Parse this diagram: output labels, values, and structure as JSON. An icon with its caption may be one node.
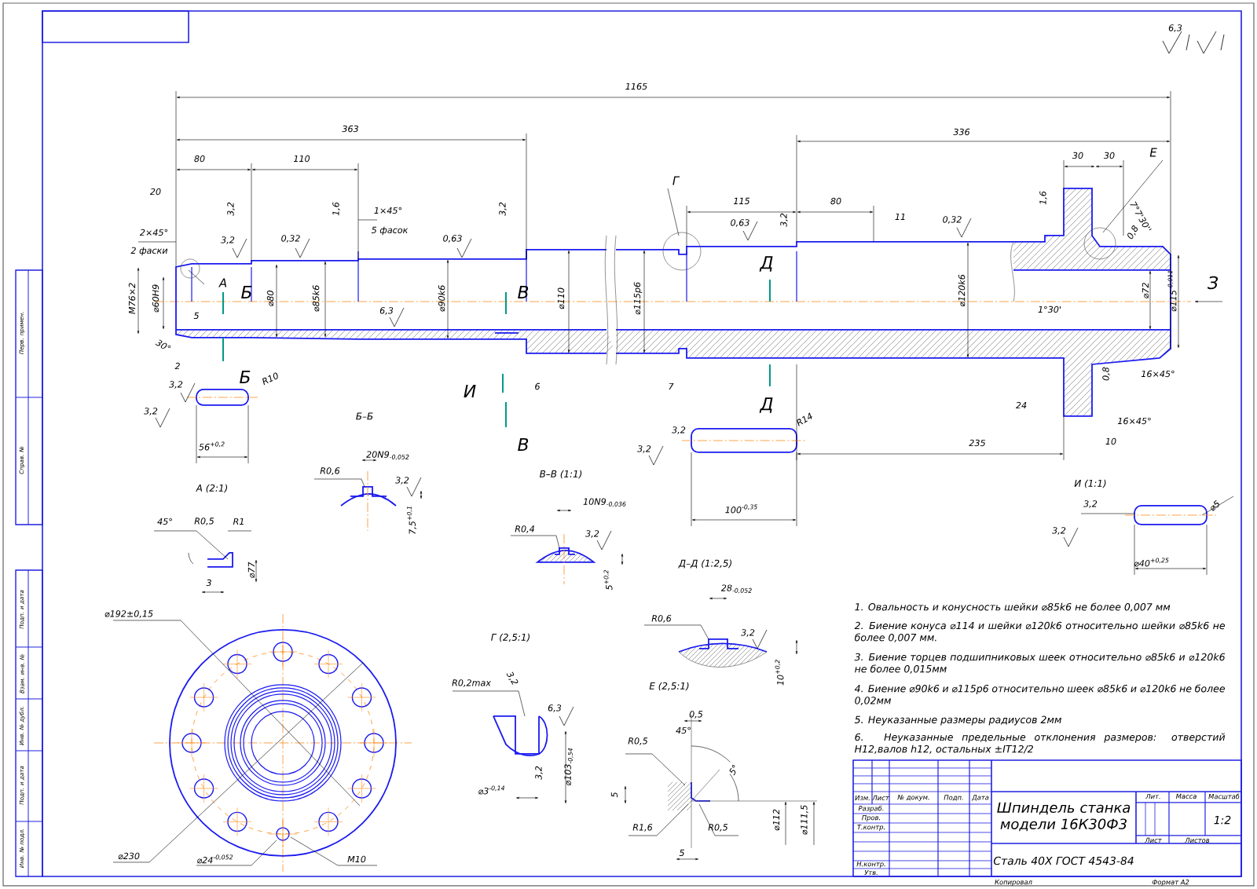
{
  "diagram": {
    "labels": [
      "6,3",
      "1165",
      "363",
      "336",
      "80",
      "110",
      "30",
      "30",
      "Е",
      "20",
      "Г",
      "115",
      "80",
      "3,2",
      "1,6",
      "1×45°",
      "5 фасок",
      "3,2",
      "1,6",
      "0,63",
      "3,2",
      "11",
      "0,32",
      "7°7'30''",
      "2×45°",
      "2 фаски",
      "3,2",
      "0,32",
      "0,63",
      "0,8",
      "А",
      "Б",
      "В",
      "Д",
      "З",
      "М76×2",
      "⌀60Н9",
      "⌀80",
      "⌀85k6",
      "⌀90k6",
      "⌀110",
      "⌀115p6",
      "⌀120k6",
      "⌀72",
      "⌀115$^{-0,011}$",
      "6,3",
      "1°30'",
      "5",
      "30°",
      "2",
      "Б",
      "R10",
      "0,8",
      "16×45°",
      "3,2",
      "3,2",
      "И",
      "6",
      "7",
      "Д",
      "24",
      "16×45°",
      "Б–Б",
      "R14",
      "3,2",
      "56$^{+0,2}$",
      "В",
      "3,2",
      "235",
      "10",
      "20N9$_{-0,052}$",
      "R0,6",
      "В–В (1:1)",
      "3,2",
      "И (1:1)",
      "А (2:1)",
      "10N9$_{-0,036}$",
      "100$^{-0,35}$",
      "3,2",
      "⌀5",
      "7,5$^{+0,1}$",
      "45°",
      "R0,5",
      "R1",
      "R0,4",
      "3,2",
      "3,2",
      "Д–Д (1:2,5)",
      "⌀40$^{+0,25}$",
      "⌀77",
      "5$^{+0,2}$",
      "3",
      "28$_{-0,052}$",
      "1. Овальность и конусность шейки ⌀85k6 не более 0,007 мм",
      "2. Биение конуса ⌀114 и шейки ⌀120k6 относительно шейки ⌀85k6 не более 0,007 мм.",
      "3. Биение торцев подшипниковых шеек относительно ⌀85k6 и ⌀120k6 не более 0,015мм",
      "4. Биение ⌀90k6 и ⌀115p6 относительно шеек ⌀85k6 и ⌀120k6 не более 0,02мм",
      "5. Неуказанные размеры радиусов 2мм",
      "6. Неуказанные предельные отклонения размеров: отверстий Н12,валов h12, остальных ±IT12/2",
      "⌀192±0,15",
      "R0,6",
      "3,2",
      "Г (2,5:1)",
      "10$^{+0,2}$",
      "R0,2max",
      "3,2",
      "Е (2,5:1)",
      "6,3",
      "0,5",
      "45°",
      "R0,5",
      "5°",
      "⌀103$_{-0,54}$",
      "3,2",
      "5",
      "⌀3$^{-0,14}$",
      "⌀112",
      "⌀111,5",
      "R1,6",
      "R0,5",
      "5",
      "⌀230",
      "⌀24$^{-0,052}$",
      "М10",
      "Изм.",
      "Лист",
      "№ докум.",
      "Подп.",
      "Дата",
      "Разраб.",
      "Пров.",
      "Т.контр.",
      "Н.контр.",
      "Утв.",
      "Шпиндель станка модели 16К30Ф3",
      "Лит.",
      "Масса",
      "Масштаб",
      "1:2",
      "Лист",
      "Листов",
      "Сталь 40Х ГОСТ 4543-84",
      "Копировал",
      "Формат А2",
      "Перв. примен.",
      "Справ. №",
      "Подп. и дата",
      "Взам. инв. №",
      "Инв. № дубл.",
      "Подп. и дата",
      "Инв. № подл."
    ]
  }
}
